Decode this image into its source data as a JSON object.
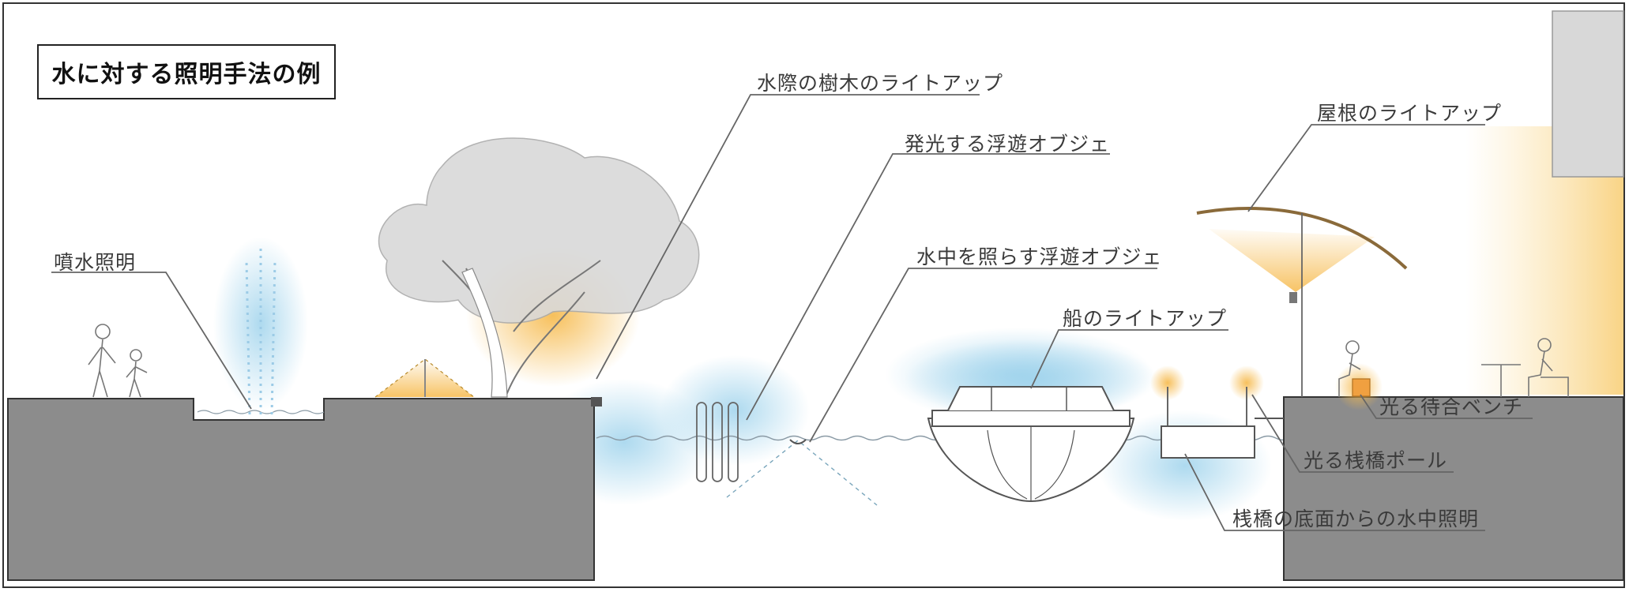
{
  "title": "水に対する照明手法の例",
  "labels": {
    "fountain": "噴水照明",
    "waterside_tree": "水際の樹木のライトアップ",
    "glowing_floating_object": "発光する浮遊オブジェ",
    "underwater_floating_object": "水中を照らす浮遊オブジェ",
    "boat": "船のライトアップ",
    "roof": "屋根のライトアップ",
    "bench": "光る待合ベンチ",
    "pier_pole": "光る桟橋ポール",
    "pier_underwater": "桟橋の底面からの水中照明"
  },
  "colors": {
    "ground": "#8c8c8c",
    "warm_light": "#f5c26b",
    "cool_light": "#a9d8ee",
    "tree_canopy": "#d9d9d9",
    "leader_line": "#666666"
  }
}
